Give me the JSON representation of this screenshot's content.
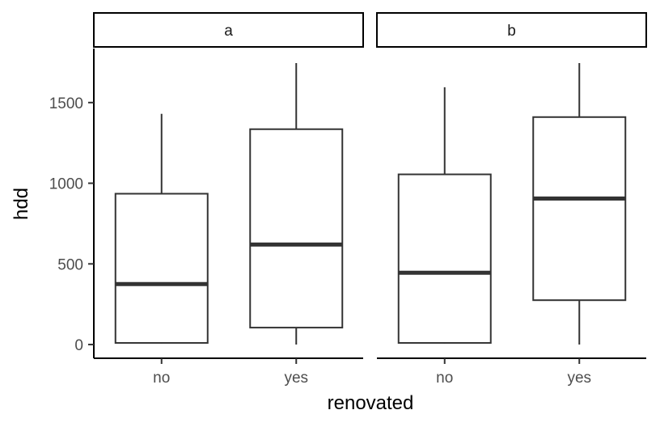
{
  "chart_data": {
    "type": "boxplot",
    "xlabel": "renovated",
    "ylabel": "hdd",
    "categories": [
      "no",
      "yes"
    ],
    "ylim": [
      -85,
      1835
    ],
    "yticks": [
      0,
      500,
      1000,
      1500
    ],
    "grid": false,
    "legend": "none",
    "facets": [
      {
        "label": "a",
        "boxes": [
          {
            "category": "no",
            "min": 5,
            "q1": 10,
            "median": 375,
            "q3": 935,
            "max": 1430
          },
          {
            "category": "yes",
            "min": 0,
            "q1": 105,
            "median": 620,
            "q3": 1335,
            "max": 1745
          }
        ]
      },
      {
        "label": "b",
        "boxes": [
          {
            "category": "no",
            "min": 5,
            "q1": 10,
            "median": 445,
            "q3": 1055,
            "max": 1595
          },
          {
            "category": "yes",
            "min": 0,
            "q1": 275,
            "median": 905,
            "q3": 1410,
            "max": 1745
          }
        ]
      }
    ],
    "colors": {
      "box_fill": "#ffffff",
      "box_stroke": "#333333",
      "axis": "#000000",
      "tick_text": "#4d4d4d"
    }
  }
}
